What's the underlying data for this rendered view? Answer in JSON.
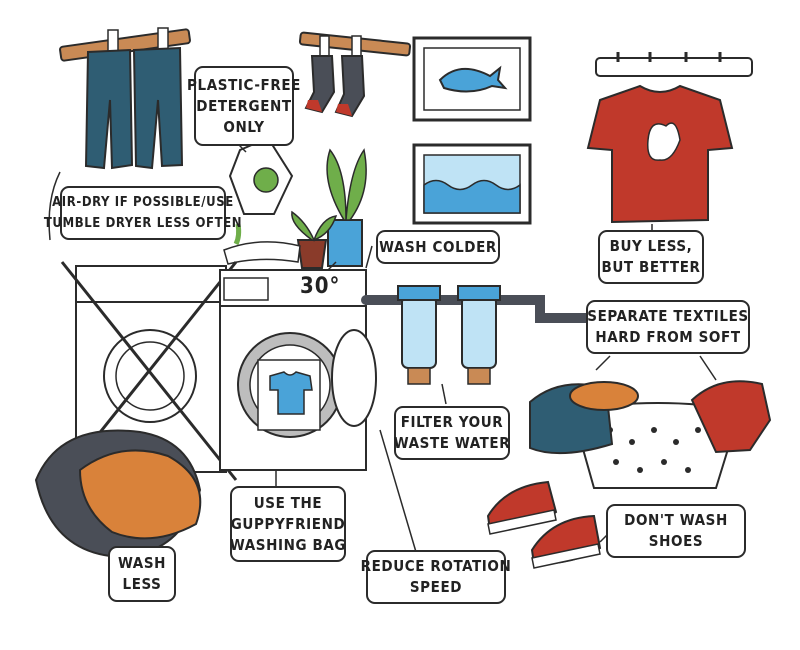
{
  "dial_text": "30°",
  "colors": {
    "outline": "#2b2b2b",
    "teal": "#2f5d73",
    "red": "#c0392b",
    "blue": "#4aa3d8",
    "orange": "#d9823a",
    "wood": "#c98a55",
    "green": "#6fae4a",
    "grey": "#4a4e57"
  },
  "labels": {
    "plastic_free": [
      "Plastic-free",
      "detergent",
      "only"
    ],
    "air_dry": [
      "Air-dry if possible/use",
      "tumble dryer less often"
    ],
    "wash_colder": [
      "Wash colder"
    ],
    "buy_less": [
      "Buy less,",
      "but better"
    ],
    "separate": [
      "Separate textiles",
      "hard from soft"
    ],
    "filter": [
      "Filter your",
      "waste water"
    ],
    "use_bag": [
      "Use the",
      "Guppyfriend",
      "washing bag"
    ],
    "wash_less": [
      "Wash",
      "less"
    ],
    "rotation": [
      "Reduce rotation",
      "speed"
    ],
    "dont_wash": [
      "Don't wash",
      "shoes"
    ]
  }
}
